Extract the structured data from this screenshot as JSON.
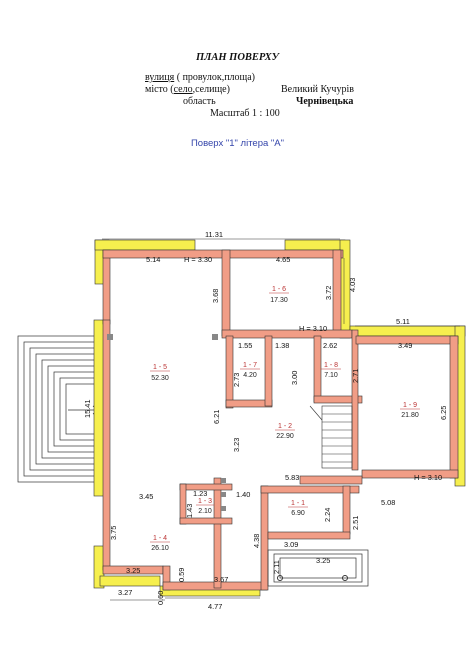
{
  "header": {
    "title": "ПЛАН ПОВЕРХУ",
    "street_word": "вулиця",
    "street_rest": " ( провулок,площа)",
    "city_prefix": "місто (",
    "city_word": "село",
    "city_rest": ",селище)",
    "village": "Великий Кучурів",
    "oblast_label": "область",
    "oblast": "Чернівецька",
    "scale": "Масштаб 1 : 100"
  },
  "legend": {
    "floor": "Поверх \"1\"   літера \"А\""
  },
  "rooms": [
    {
      "id": "1 - 1",
      "area": "6.90"
    },
    {
      "id": "1 - 2",
      "area": "22.90"
    },
    {
      "id": "1 - 3",
      "area": "2.10"
    },
    {
      "id": "1 - 4",
      "area": "26.10"
    },
    {
      "id": "1 - 5",
      "area": "52.30"
    },
    {
      "id": "1 - 6",
      "area": "17.30"
    },
    {
      "id": "1 - 7",
      "area": "4.20"
    },
    {
      "id": "1 - 8",
      "area": "7.10"
    },
    {
      "id": "1 - 9",
      "area": "21.80"
    }
  ],
  "heights": {
    "h1": "H = 3.30",
    "h2": "H = 3.10",
    "h3": "H = 3.10"
  },
  "dims": {
    "d11_31": "11.31",
    "d5_14": "5.14",
    "d4_65": "4.65",
    "d3_68": "3.68",
    "d3_72": "3.72",
    "d4_03": "4.03",
    "d5_11": "5.11",
    "d3_49": "3.49",
    "d1_55": "1.55",
    "d1_38": "1.38",
    "d2_62": "2.62",
    "d2_73": "2.73",
    "d3_00": "3.00",
    "d2_71": "2.71",
    "d15_41": "15.41",
    "d6_21": "6.21",
    "d3_23": "3.23",
    "d6_25": "6.25",
    "d5_83": "5.83",
    "d3_45": "3.45",
    "d1_23": "1.23",
    "d1_40": "1.40",
    "d1_43": "1.43",
    "d5_08": "5.08",
    "d2_24": "2.24",
    "d2_51": "2.51",
    "d3_75": "3.75",
    "d4_38": "4.38",
    "d3_09": "3.09",
    "d3_25a": "3.25",
    "d3_25b": "3.25",
    "d2_11": "2.11",
    "d0_59": "0.59",
    "d3_67": "3.67",
    "d3_27": "3.27",
    "d0_60": "0.60",
    "d4_77": "4.77"
  }
}
